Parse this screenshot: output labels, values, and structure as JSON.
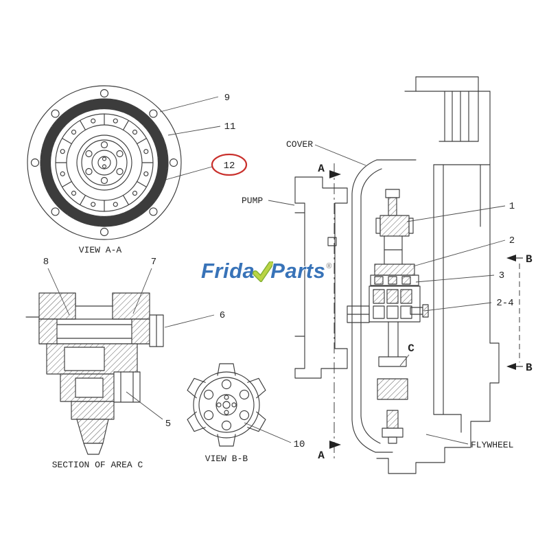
{
  "views": {
    "view_aa": "VIEW A-A",
    "section_c": "SECTION OF AREA C",
    "view_bb": "VIEW B-B"
  },
  "part_labels": {
    "cover": "COVER",
    "pump": "PUMP",
    "flywheel": "FLYWHEEL"
  },
  "callouts": {
    "n1": "1",
    "n2": "2",
    "n3": "3",
    "n2_4": "2-4",
    "n5": "5",
    "n6": "6",
    "n7": "7",
    "n8": "8",
    "n9": "9",
    "n10": "10",
    "n11": "11",
    "n12": "12"
  },
  "markers": {
    "a_top": "A",
    "a_bottom": "A",
    "b_top": "B",
    "b_bottom": "B",
    "c": "C"
  },
  "watermark": {
    "text_left": "Frida",
    "check_icon": "check",
    "text_right": "Parts",
    "reg": "®"
  },
  "colors": {
    "line": "#3c3c3c",
    "highlight_red": "#c9302c",
    "brand_blue": "#2e6cb5",
    "brand_green": "#a5c73a"
  }
}
